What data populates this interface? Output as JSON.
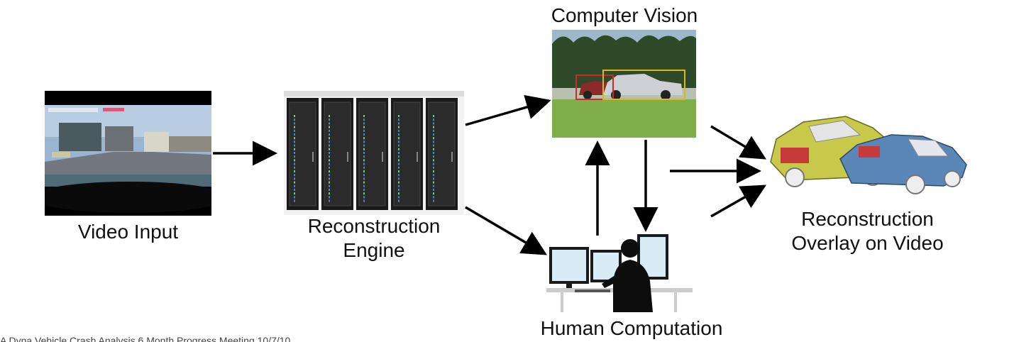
{
  "labels": {
    "video_input": "Video Input",
    "reconstruction_engine_line1": "Reconstruction",
    "reconstruction_engine_line2": "Engine",
    "computer_vision": "Computer Vision",
    "human_computation": "Human Computation",
    "overlay_line1": "Reconstruction",
    "overlay_line2": "Overlay on Video"
  },
  "footer": "A Dyna Vehicle Crash Analysis 6 Month Progress Meeting 10/7/10",
  "colors": {
    "arrow": "#000000",
    "bbox_red": "#cc2a2a",
    "bbox_yellow": "#d8b81a",
    "car_yellow": "#c8c84a",
    "car_blue": "#5a86b8",
    "rack": "#1a1a1a",
    "rack_led": "#3b8bd8",
    "grass": "#7fae4a",
    "monitor": "#d8ecf6"
  }
}
